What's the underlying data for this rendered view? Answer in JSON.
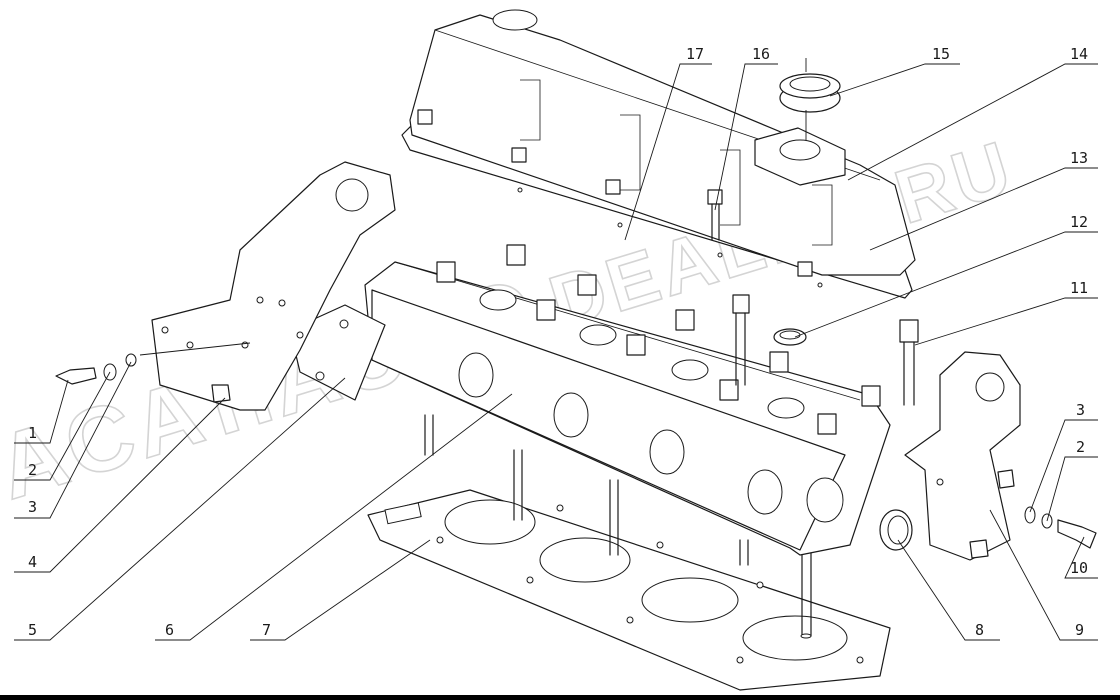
{
  "diagram": {
    "watermarks": [
      "ACAT.AUTO",
      "DEALER.RU"
    ],
    "callouts": [
      "1",
      "2",
      "3",
      "4",
      "5",
      "6",
      "7",
      "8",
      "9",
      "10",
      "11",
      "12",
      "13",
      "14",
      "15",
      "16",
      "17"
    ],
    "right_stack": [
      "3",
      "2",
      "10"
    ],
    "left_stack": [
      "1",
      "2",
      "3"
    ]
  }
}
